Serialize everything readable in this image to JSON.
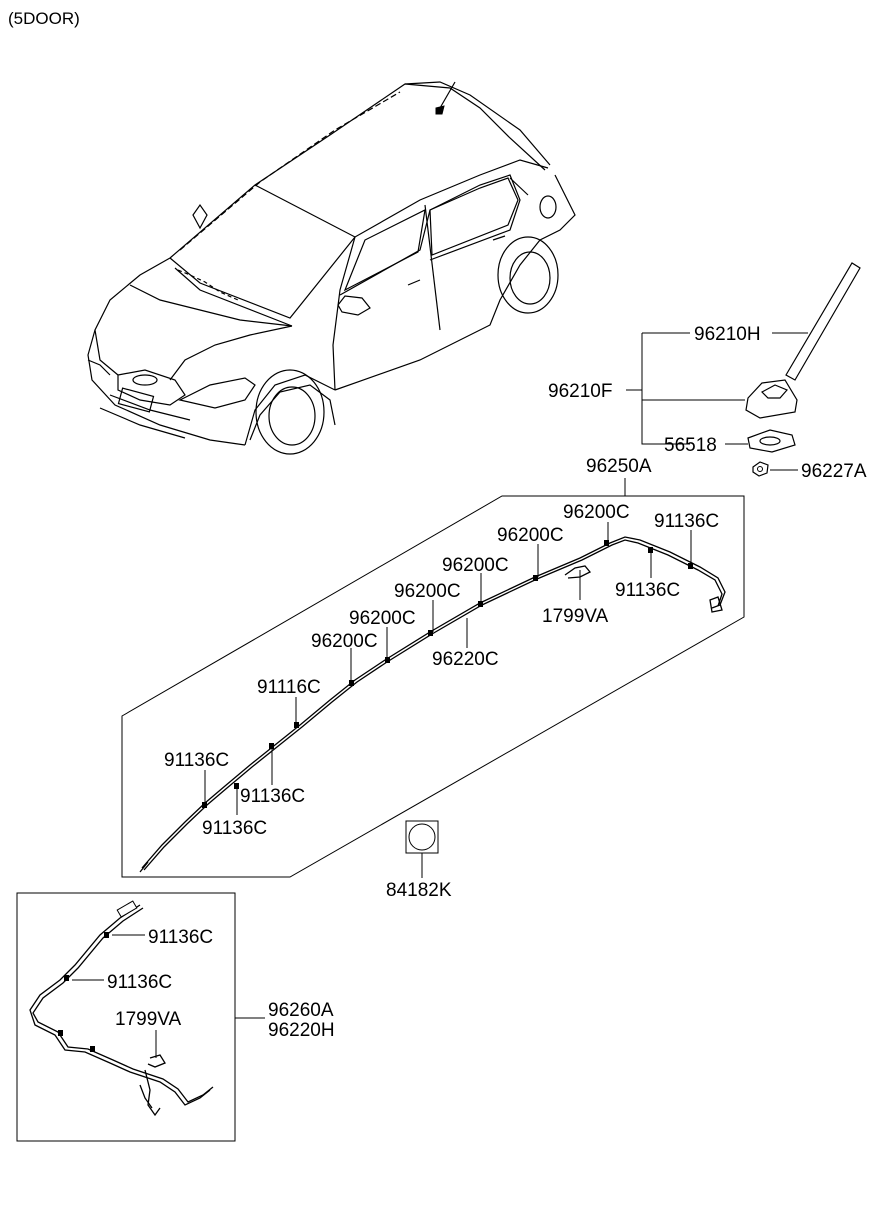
{
  "header": "(5DOOR)",
  "labels": {
    "p96210H": "96210H",
    "p96210F": "96210F",
    "p56518": "56518",
    "p96227A": "96227A",
    "p96250A": "96250A",
    "p96200C_1": "96200C",
    "p96200C_2": "96200C",
    "p96200C_3": "96200C",
    "p96200C_4": "96200C",
    "p96200C_5": "96200C",
    "p96200C_6": "96200C",
    "p91136C_1": "91136C",
    "p91136C_2": "91136C",
    "p1799VA_1": "1799VA",
    "p96220C": "96220C",
    "p91116C": "91116C",
    "p91136C_3": "91136C",
    "p91136C_4": "91136C",
    "p91136C_5": "91136C",
    "p84182K": "84182K",
    "p91136C_6": "91136C",
    "p91136C_7": "91136C",
    "p1799VA_2": "1799VA",
    "p96260A": "96260A",
    "p96220H": "96220H"
  }
}
